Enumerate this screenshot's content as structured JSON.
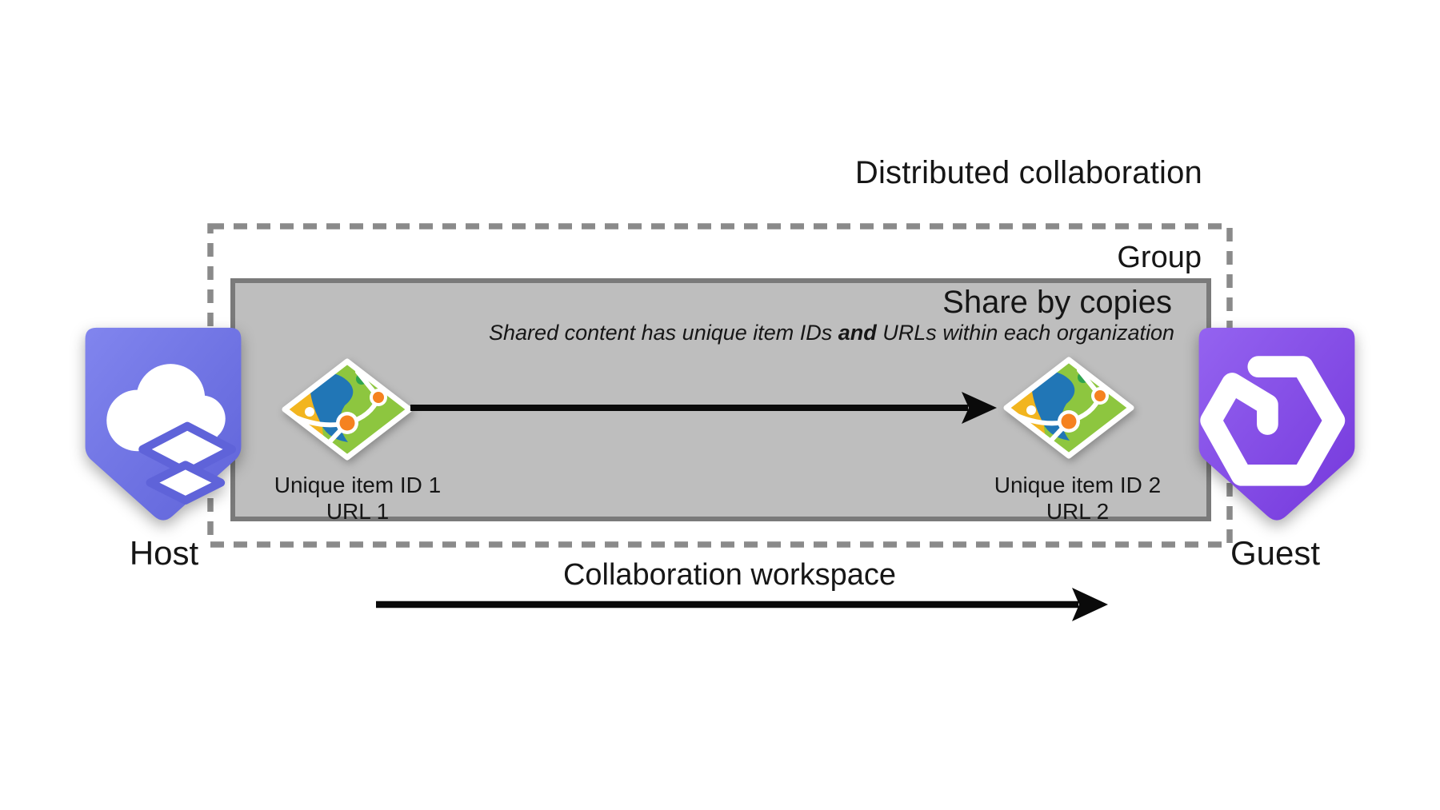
{
  "title": "Distributed collaboration",
  "outer_box": {
    "label": "Group"
  },
  "inner_box": {
    "heading": "Share by copies",
    "subtitle_pre": "Shared content has unique item IDs ",
    "subtitle_bold": "and",
    "subtitle_post": " URLs within each organization"
  },
  "host": {
    "label": "Host",
    "icon": "arcgis-online-cloud-hexagon-icon"
  },
  "guest": {
    "label": "Guest",
    "icon": "arcgis-enterprise-hexagon-icon"
  },
  "items": [
    {
      "icon": "map-item-icon",
      "line1": "Unique item ID 1",
      "line2": "URL 1"
    },
    {
      "icon": "map-item-icon",
      "line1": "Unique item ID 2",
      "line2": "URL 2"
    }
  ],
  "workspace": {
    "label": "Collaboration workspace"
  },
  "arrows": {
    "copy_arrow": "right-arrow-icon",
    "workspace_arrow": "right-arrow-icon"
  },
  "colors": {
    "text": "#161616",
    "arrow": "#0a0a0a",
    "dashed_border": "#8a8a8a",
    "box_fill": "#bebebe",
    "box_border": "#7a7a7a",
    "host_hex_start": "#8185ee",
    "host_hex_end": "#5f63d9",
    "guest_hex_start": "#9463f0",
    "guest_hex_end": "#7538dc",
    "map_green": "#8dc63f",
    "map_blue": "#2176b6",
    "map_yellow": "#f2b51f",
    "map_orange": "#f58220",
    "map_dot_green": "#2fa44e"
  }
}
